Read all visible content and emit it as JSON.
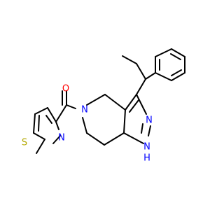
{
  "colors": {
    "bond": "#000000",
    "oxygen": "#ff0000",
    "nitrogen": "#0000ff",
    "sulfur": "#b3a800",
    "background": "#ffffff"
  },
  "atoms": {
    "o": "O",
    "s": "S",
    "n_thiazole": "N",
    "n_amide": "N",
    "n_pyrazole": "N",
    "nh_pyrazole": "N",
    "h_pyrazole": "H"
  }
}
